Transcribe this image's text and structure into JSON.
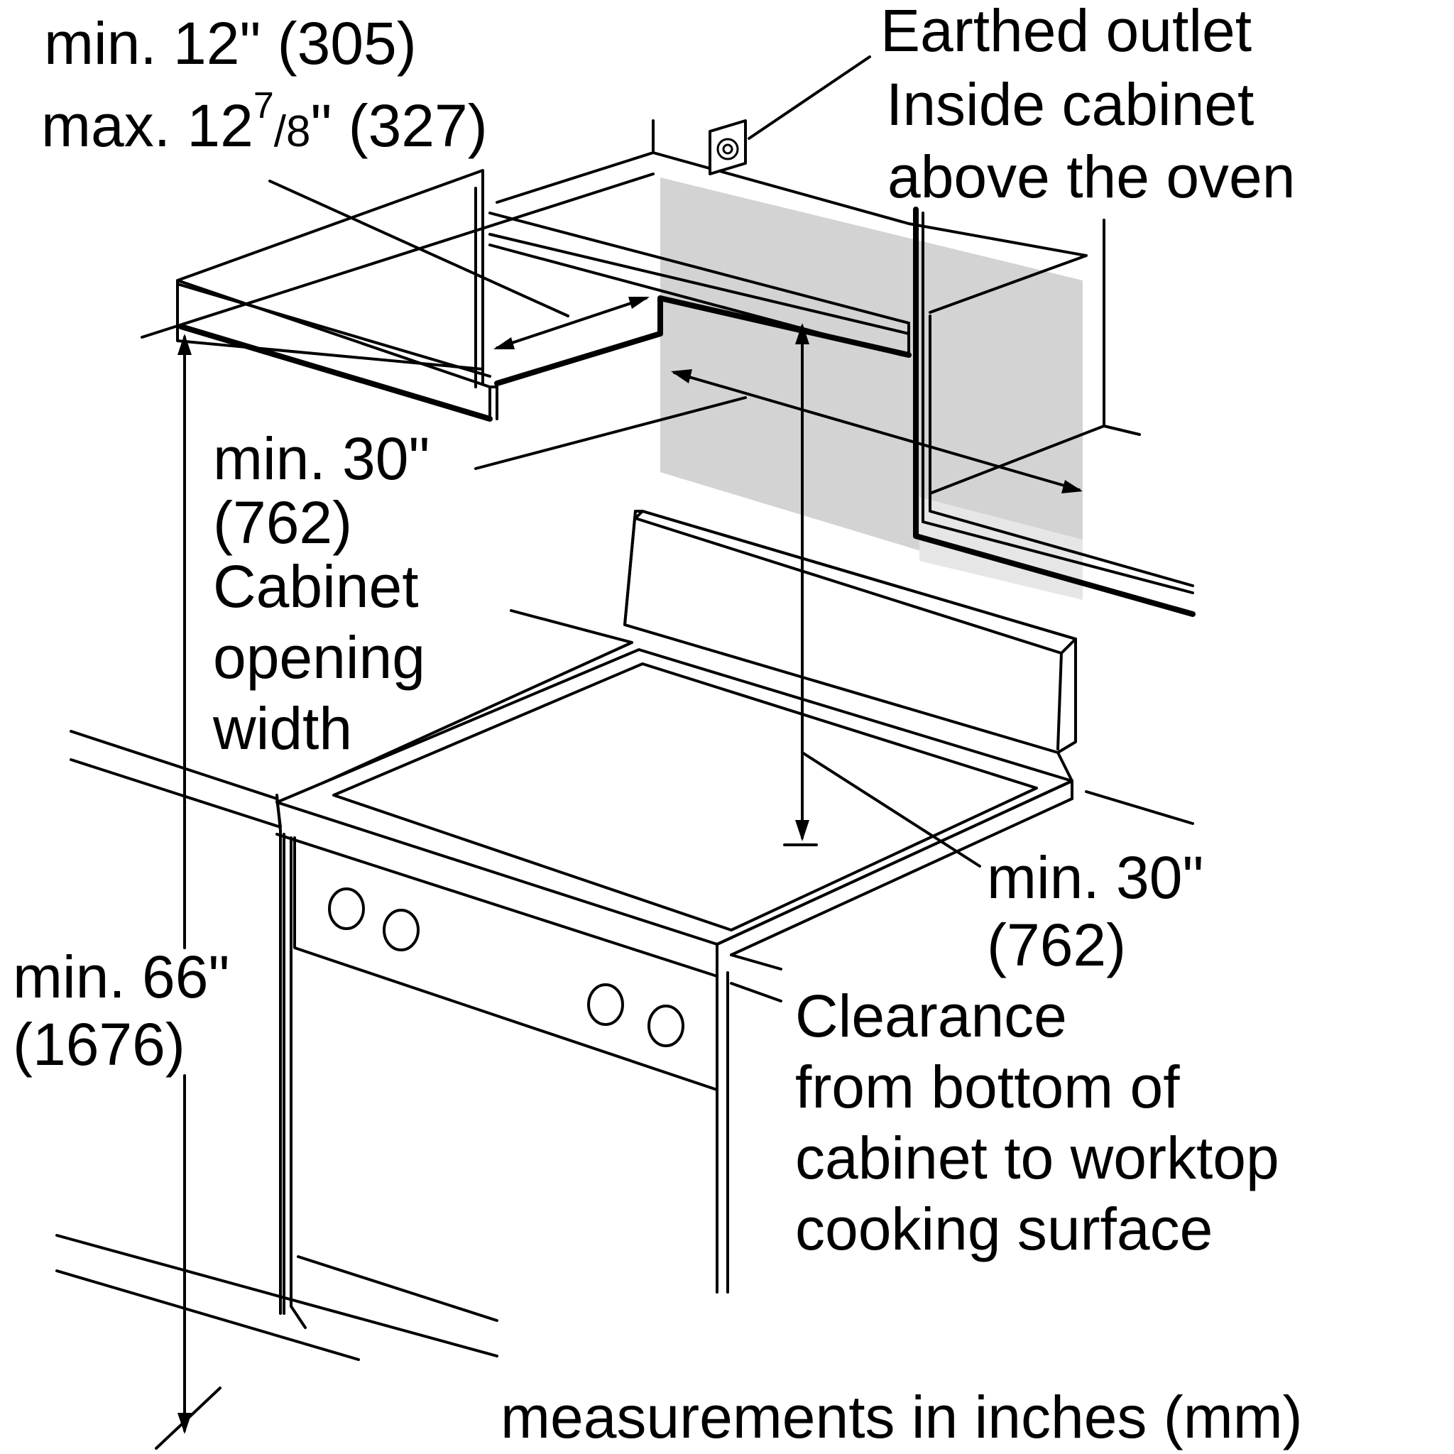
{
  "labels": {
    "depth_min": "min. 12\" (305)",
    "depth_max_prefix": "max. 12",
    "depth_max_sup": "7",
    "depth_max_sub": "/8",
    "depth_max_suffix": "\" (327)",
    "outlet_line1": "Earthed outlet",
    "outlet_line2": "Inside cabinet",
    "outlet_line3": "above the oven",
    "width_line1": "min. 30\"",
    "width_line2": "(762)",
    "width_line3": "Cabinet",
    "width_line4": "opening",
    "width_line5": "width",
    "height_line1": "min. 66\"",
    "height_line2": "(1676)",
    "clearance_line1": "min. 30\"",
    "clearance_line2": "(762)",
    "clearance_line3": "Clearance",
    "clearance_line4": "from bottom of",
    "clearance_line5": "cabinet to worktop",
    "clearance_line6": "cooking surface",
    "footer": "measurements in inches (mm)"
  },
  "colors": {
    "line": "#000000",
    "shaded_area": "#d3d3d3",
    "background": "#ffffff"
  }
}
